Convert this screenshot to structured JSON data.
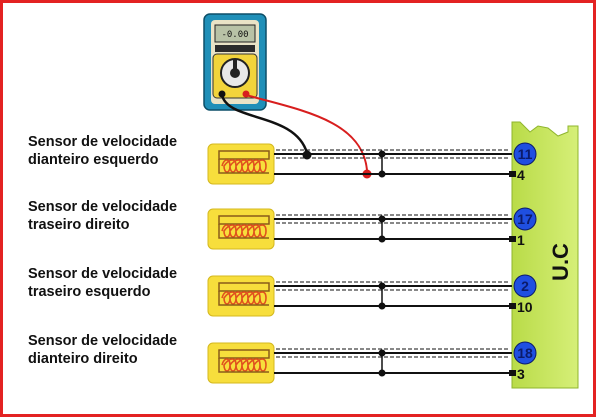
{
  "multimeter": {
    "display": "-0.00"
  },
  "unit_label": "U.C",
  "colors": {
    "frame": "#e32222",
    "sensor_fill": "#f7de3c",
    "uc_fill": "#c4e35a",
    "pin_blue": "#1f4fe0",
    "probe_red": "#d81e1e",
    "coil": "#e0521e"
  },
  "sensors": [
    {
      "line1": "Sensor de velocidade",
      "line2": "dianteiro esquerdo",
      "pin_top": "11",
      "pin_bottom": "4"
    },
    {
      "line1": "Sensor de velocidade",
      "line2": "traseiro direito",
      "pin_top": "17",
      "pin_bottom": "1"
    },
    {
      "line1": "Sensor de velocidade",
      "line2": "traseiro esquerdo",
      "pin_top": "2",
      "pin_bottom": "10"
    },
    {
      "line1": "Sensor de velocidade",
      "line2": "dianteiro direito",
      "pin_top": "18",
      "pin_bottom": "3"
    }
  ]
}
